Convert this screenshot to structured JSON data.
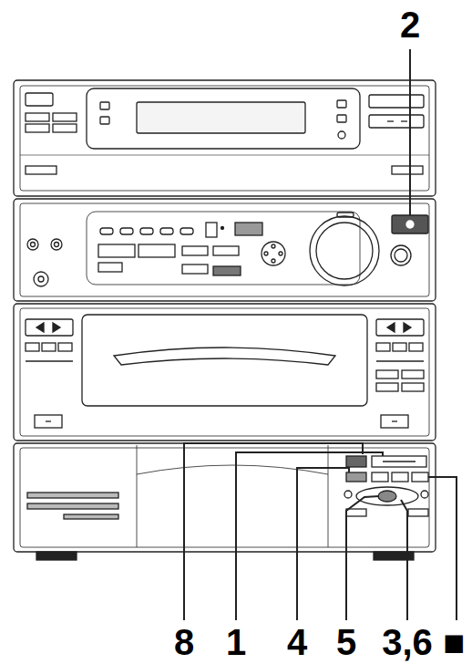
{
  "diagram": {
    "labels": [
      "2",
      "8",
      "1",
      "4",
      "5",
      "3,6",
      "■"
    ]
  }
}
